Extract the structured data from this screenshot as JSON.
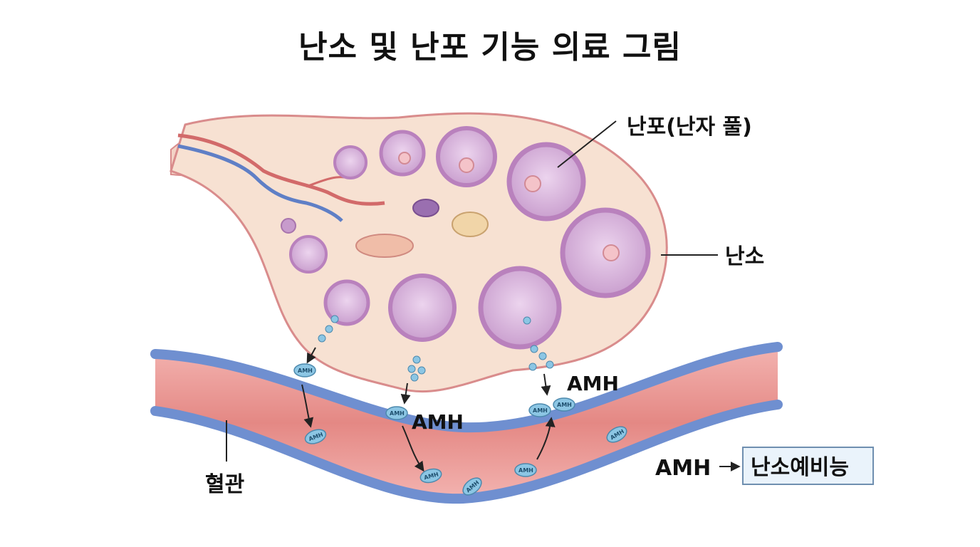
{
  "title": "난소 및 난포 기능 의료 그림",
  "labels": {
    "follicle": "난포(난자 풀)",
    "ovary": "난소",
    "vessel": "혈관",
    "amh_1": "AMH",
    "amh_2": "AMH",
    "amh_result": "AMH",
    "arrow_symbol": "→",
    "reserve": "난소예비능",
    "chip_text": "AMH"
  },
  "colors": {
    "ovary_fill": "#f7e1d2",
    "ovary_outline": "#d98c8c",
    "follicle_fill": "#dcb6df",
    "follicle_rim": "#b981bd",
    "vessel_blue": "#6f8fd0",
    "vessel_red": "#e58b8b",
    "amh_blue": "#8cc6e4",
    "box_fill": "#eaf3fb",
    "box_border": "#6f8fb0"
  }
}
